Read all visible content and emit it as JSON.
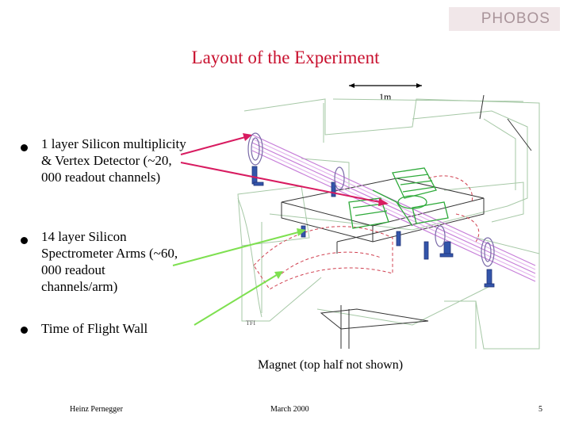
{
  "logo": {
    "text": "PHOBOS"
  },
  "title": "Layout of the Experiment",
  "scale_label": "1m",
  "bullets": [
    {
      "text": "1 layer Silicon multiplicity & Vertex Detector (~20, 000 readout channels)"
    },
    {
      "text": "14 layer Silicon Spectrometer Arms (~60, 000 readout channels/arm)"
    },
    {
      "text": "Time of Flight Wall"
    }
  ],
  "caption": "Magnet (top half not shown)",
  "footer": {
    "author": "Heinz Pernegger",
    "date": "March 2000",
    "page": "5"
  },
  "colors": {
    "title": "#c8102e",
    "arrow_red": "#d81b60",
    "arrow_green": "#7ee050",
    "beam": "#c77fd9"
  }
}
